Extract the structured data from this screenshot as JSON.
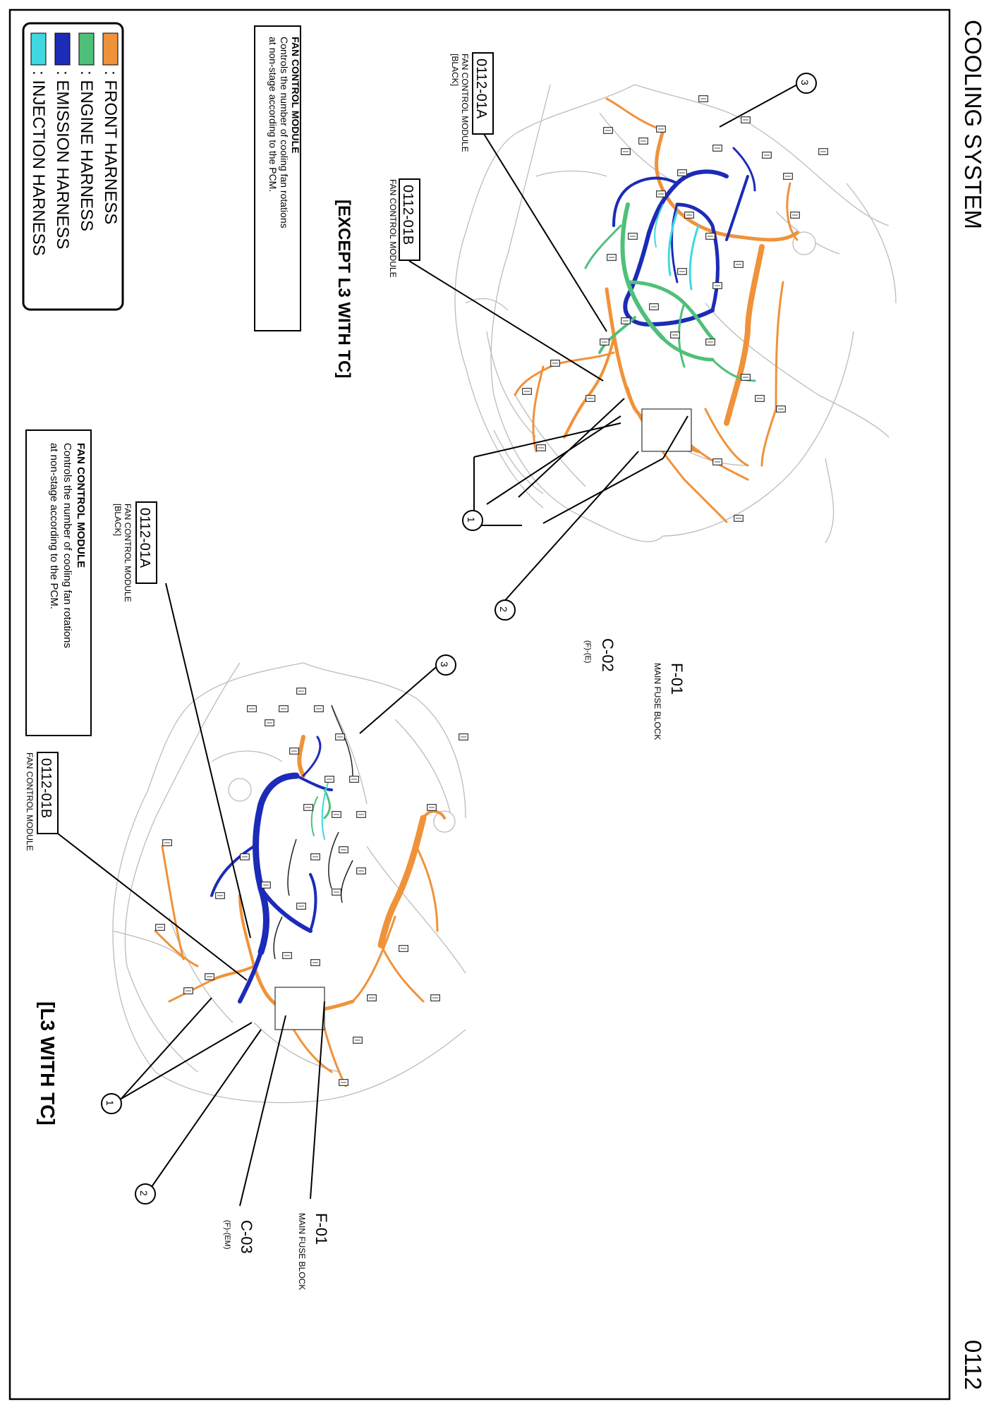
{
  "header": {
    "title": "COOLING SYSTEM",
    "page_number": "0112"
  },
  "legend": [
    {
      "color": "#f0923a",
      "label": ": FRONT HARNESS"
    },
    {
      "color": "#4fc07a",
      "label": ": ENGINE HARNESS"
    },
    {
      "color": "#1c2bb8",
      "label": ": EMISSION HARNESS"
    },
    {
      "color": "#3fd8e0",
      "label": ": INJECTION HARNESS"
    }
  ],
  "colors": {
    "front": "#f0923a",
    "engine": "#4fc07a",
    "emission": "#1c2bb8",
    "injection": "#3fd8e0",
    "body_outline": "#bcbcbc"
  },
  "diagram_top": {
    "variant": "[EXCEPT L3 WITH TC]",
    "note": {
      "heading": "FAN CONTROL MODULE",
      "lines": [
        "Controls the number of cooling fan rotations",
        "at non-stage according to the PCM."
      ]
    },
    "connector_a": {
      "code": "0112-01A",
      "name": "FAN CONTROL MODULE",
      "sub": "[BLACK]"
    },
    "connector_b": {
      "code": "0112-01B",
      "name": "FAN CONTROL MODULE"
    },
    "connector_c": {
      "code": "C-02",
      "sub": "(F)-(E)"
    },
    "fuse": {
      "code": "F-01",
      "name": "MAIN FUSE BLOCK"
    },
    "callouts": [
      "1",
      "2",
      "3"
    ]
  },
  "diagram_bottom": {
    "variant": "[L3 WITH TC]",
    "note": {
      "heading": "FAN CONTROL MODULE",
      "lines": [
        "Controls the number of cooling fan rotations",
        "at non-stage according to the PCM."
      ]
    },
    "connector_a": {
      "code": "0112-01A",
      "name": "FAN CONTROL MODULE",
      "sub": "[BLACK]"
    },
    "connector_b": {
      "code": "0112-01B",
      "name": "FAN CONTROL MODULE"
    },
    "connector_c": {
      "code": "C-03",
      "sub": "(F)-(EM)"
    },
    "fuse": {
      "code": "F-01",
      "name": "MAIN FUSE BLOCK"
    },
    "callouts": [
      "1",
      "2",
      "3"
    ]
  }
}
